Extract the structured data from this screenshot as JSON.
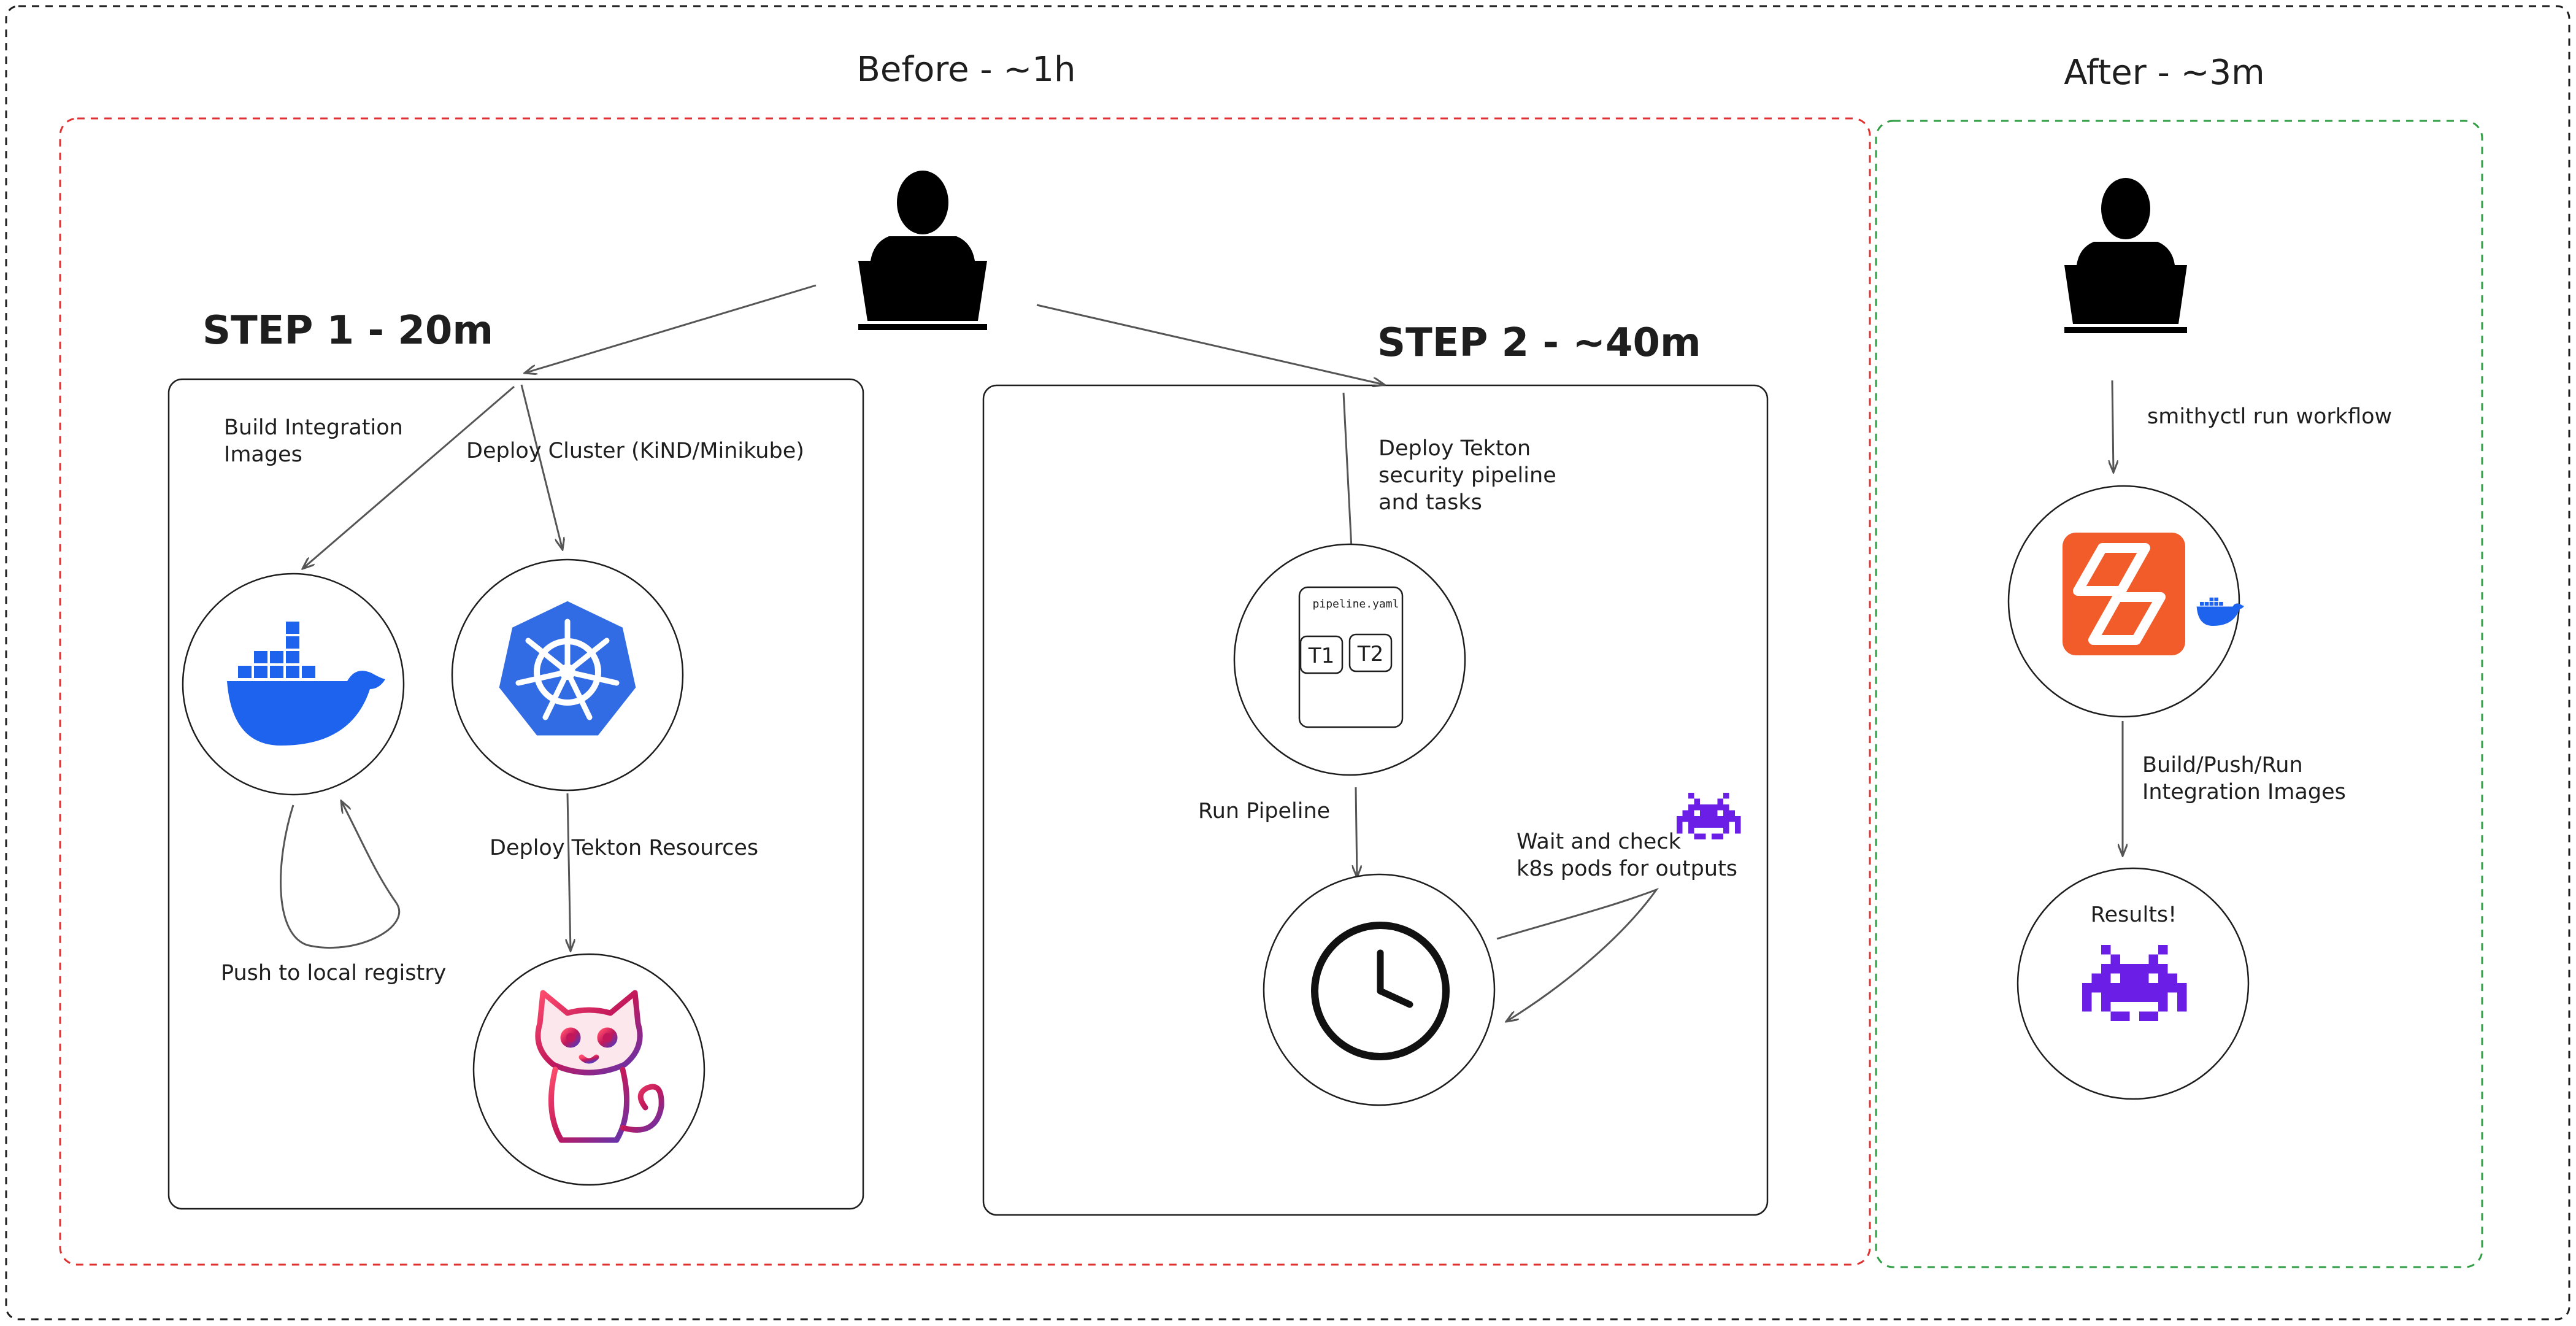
{
  "sections": {
    "before_title": "Before - ~1h",
    "after_title": "After - ~3m"
  },
  "steps": {
    "step1_title": "STEP 1 - 20m",
    "step2_title": "STEP 2 - ~40m"
  },
  "labels": {
    "build_images_1": "Build Integration",
    "build_images_2": "Images",
    "deploy_cluster": "Deploy Cluster (KiND/Minikube)",
    "deploy_tekton_resources": "Deploy Tekton Resources",
    "push_registry": "Push to local registry",
    "deploy_pipeline_1": "Deploy Tekton",
    "deploy_pipeline_2": "security pipeline",
    "deploy_pipeline_3": "and tasks",
    "pipeline_file": "pipeline.yaml",
    "task1": "T1",
    "task2": "T2",
    "run_pipeline": "Run Pipeline",
    "wait_check_1": "Wait and check",
    "wait_check_2": "k8s pods for outputs",
    "smithyctl": "smithyctl run workflow",
    "build_push_run_1": "Build/Push/Run",
    "build_push_run_2": "Integration Images",
    "results": "Results!"
  },
  "icons": {
    "user": "user-at-laptop-icon",
    "docker": "docker-whale-icon",
    "kubernetes": "kubernetes-wheel-icon",
    "tekton": "tekton-cat-icon",
    "pipeline": "pipeline-yaml-icon",
    "clock": "clock-icon",
    "invader": "space-invader-icon",
    "smithy": "smithy-logo-icon"
  },
  "colors": {
    "before_border": "#e03131",
    "after_border": "#2f9e44",
    "outer_border": "#1e1e1e",
    "docker_blue": "#1d63ed",
    "k8s_blue": "#326ce5",
    "smithy_orange": "#f25c2a",
    "invader_purple": "#6a1ee6"
  }
}
